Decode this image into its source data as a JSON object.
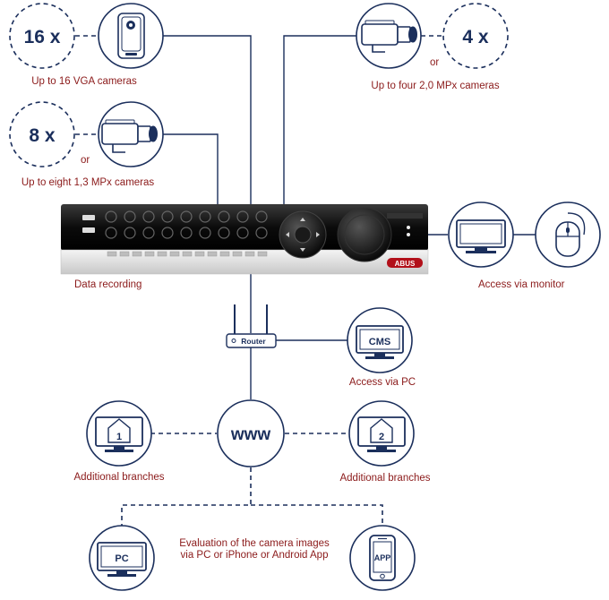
{
  "counts": {
    "vga": "16 x",
    "mpx13": "8 x",
    "mpx20": "4 x"
  },
  "labels": {
    "vga_cameras": "Up to 16 VGA cameras",
    "mpx13_or": "or",
    "mpx13_cameras": "Up to eight 1,3 MPx cameras",
    "mpx20_or": "or",
    "mpx20_cameras": "Up to four 2,0 MPx cameras",
    "data_recording": "Data recording",
    "access_monitor": "Access via monitor",
    "router": "Router",
    "cms": "CMS",
    "access_pc": "Access via PC",
    "www": "www",
    "branch1_num": "1",
    "branch2_num": "2",
    "branch1": "Additional branches",
    "branch2": "Additional branches",
    "evaluation_line1": "Evaluation of the camera images",
    "evaluation_line2": "via PC or iPhone or Android App",
    "pc": "PC",
    "app": "APP",
    "brand": "ABUS"
  },
  "colors": {
    "navy": "#1b2f5c",
    "label_red": "#8b1a1a",
    "device_black": "#111111",
    "device_silver": "#d9d9d9"
  },
  "icons": [
    "dome-camera-icon",
    "box-camera-icon",
    "monitor-icon",
    "mouse-icon",
    "router-icon",
    "cms-pc-icon",
    "branch-house-icon",
    "pc-icon",
    "smartphone-app-icon"
  ]
}
